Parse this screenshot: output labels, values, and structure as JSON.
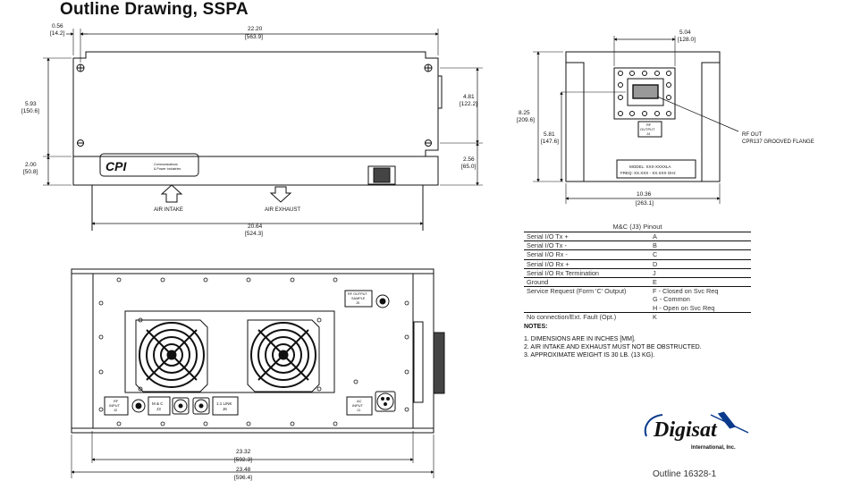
{
  "title": "Outline Drawing, SSPA",
  "top_view": {
    "dims": {
      "hole_offset_in": "0.56",
      "hole_offset_mm": "[14.2]",
      "length_in": "22.20",
      "length_mm": "[563.9]",
      "height_in": "5.93",
      "height_mm": "[150.6]",
      "base_in": "2.00",
      "base_mm": "[50.8]",
      "right_in": "4.81",
      "right_mm": "[122.2]",
      "right_low_in": "2.56",
      "right_low_mm": "[65.0]",
      "bottom_in": "20.64",
      "bottom_mm": "[524.3]"
    },
    "air_intake": "AIR INTAKE",
    "air_exhaust": "AIR EXHAUST",
    "logo_text": "CPI",
    "logo_sub1": "Communications",
    "logo_sub2": "& Power Industries"
  },
  "end_view": {
    "dims": {
      "flange_in": "5.04",
      "flange_mm": "[128.0]",
      "height_in": "8.25",
      "height_mm": "[209.6]",
      "center_in": "5.81",
      "center_mm": "[147.6]",
      "width_in": "10.36",
      "width_mm": "[263.1]"
    },
    "rf_output_label1": "RF",
    "rf_output_label2": "OUTPUT",
    "rf_output_label3": "J4",
    "rf_out_callout1": "RF OUT",
    "rf_out_callout2": "CPR137 GROOVED FLANGE",
    "model_line": "MODEL: XXX-XXXXLA",
    "freq_line": "FREQ: XX.XXX - XX.XXX GHz"
  },
  "front_view": {
    "rf_output_sample1": "RF OUTPUT",
    "rf_output_sample2": "SAMPLE",
    "rf_output_sample3": "J5",
    "rf_input1": "RF",
    "rf_input2": "INPUT",
    "rf_input3": "J2",
    "mc1": "M & C",
    "mc2": "J3",
    "link1": "1:1 LINK",
    "link2": "J6",
    "ac1": "AC",
    "ac2": "INPUT",
    "ac3": "J1",
    "dims": {
      "inner_in": "23.32",
      "inner_mm": "[592.3]",
      "outer_in": "23.48",
      "outer_mm": "[596.4]"
    }
  },
  "pinout": {
    "title": "M&C (J3) Pinout",
    "rows": [
      {
        "signal": "Serial I/O Tx +",
        "pin": "A"
      },
      {
        "signal": "Serial I/O Tx -",
        "pin": "B"
      },
      {
        "signal": "Serial I/O Rx -",
        "pin": "C"
      },
      {
        "signal": "Serial I/O Rx +",
        "pin": "D"
      },
      {
        "signal": "Serial I/O Rx Termination",
        "pin": "J"
      },
      {
        "signal": "Ground",
        "pin": "E"
      },
      {
        "signal": "Service Request (Form 'C' Output)",
        "pin": "F - Closed on Svc Req"
      },
      {
        "signal": "",
        "pin": "G - Common"
      },
      {
        "signal": "",
        "pin": "H - Open on Svc Req"
      },
      {
        "signal": "No connection/Ext. Fault (Opt.)",
        "pin": "K"
      }
    ]
  },
  "notes": {
    "heading": "NOTES:",
    "items": [
      "1. DIMENSIONS ARE IN INCHES [MM].",
      "2. AIR INTAKE AND EXHAUST MUST NOT BE OBSTRUCTED.",
      "3. APPROXIMATE WEIGHT IS 30 LB. (13 KG)."
    ]
  },
  "brand": {
    "name": "Digisat",
    "sub": "International, Inc.",
    "color": "#0a3a8c"
  },
  "outline_id": "Outline 16328-1"
}
